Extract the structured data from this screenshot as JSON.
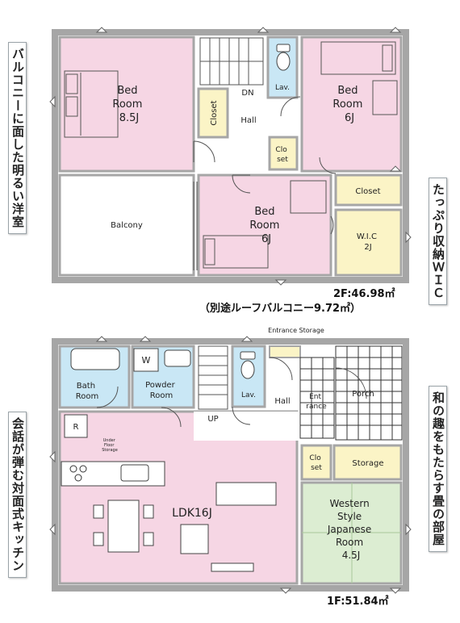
{
  "floor2": {
    "bed_left": [
      "Bed",
      "Room",
      "8.5J"
    ],
    "bed_right": [
      "Bed",
      "Room",
      "6J"
    ],
    "bed_center": [
      "Bed",
      "Room",
      "6J"
    ],
    "closet_v": "Closet",
    "dn": "DN",
    "lav": "Lav.",
    "hall": "Hall",
    "closet_small": [
      "Clo",
      "set"
    ],
    "balcony": "Balcony",
    "closet": "Closet",
    "wic": [
      "W.I.C",
      "2J"
    ],
    "area": "2F:46.98㎡",
    "roof": "（別途ルーフバルコニー9.72㎡）"
  },
  "floor1": {
    "entrance_storage": "Entrance Storage",
    "bath": [
      "Bath",
      "Room"
    ],
    "powder": [
      "Powder",
      "Room"
    ],
    "washer": "W",
    "lav": "Lav.",
    "hall": "Hall",
    "entrance": [
      "Ent",
      "rance"
    ],
    "porch": "Porch",
    "up": "UP",
    "fridge": "R",
    "under_floor": [
      "Under",
      "Floor",
      "Storage"
    ],
    "closet": [
      "Clo",
      "set"
    ],
    "storage": "Storage",
    "ldk": "LDK16J",
    "japanese": [
      "Western",
      "Style",
      "Japanese",
      "Room",
      "4.5J"
    ],
    "area": "1F:51.84㎡"
  },
  "callouts": {
    "left_top": "バルコニーに面した明るい洋室",
    "right_top": "たっぷり収納ＷＩＣ",
    "left_bottom": "会話が弾む対面式キッチン",
    "right_bottom": "和の趣をもたらす畳の部屋"
  },
  "colors": {
    "bedroom_pink": "#f6d6e4",
    "water_blue": "#c9e7f5",
    "closet_yellow": "#fbf4c6",
    "tatami_green": "#dcedd2",
    "wall_gray": "#a6a6a6"
  }
}
